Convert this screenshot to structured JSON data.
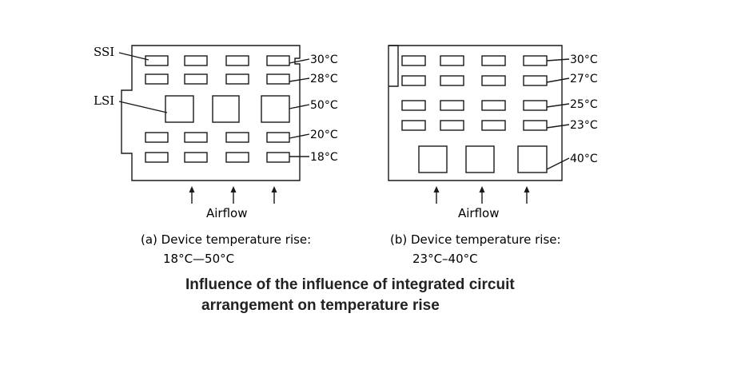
{
  "panel_a": {
    "callouts": {
      "ssi": "SSI",
      "lsi": "LSI"
    },
    "temps": [
      "30°C",
      "28°C",
      "50°C",
      "20°C",
      "18°C"
    ],
    "airflow": "Airflow",
    "caption_line1": "(a) Device temperature rise:",
    "caption_line2": "18°C—50°C"
  },
  "panel_b": {
    "temps": [
      "30°C",
      "27°C",
      "25°C",
      "23°C",
      "40°C"
    ],
    "airflow": "Airflow",
    "caption_line1": "(b) Device temperature rise:",
    "caption_line2": "23°C–40°C"
  },
  "title": {
    "line1": "Influence of the influence of integrated circuit",
    "line2": "arrangement on temperature rise"
  }
}
